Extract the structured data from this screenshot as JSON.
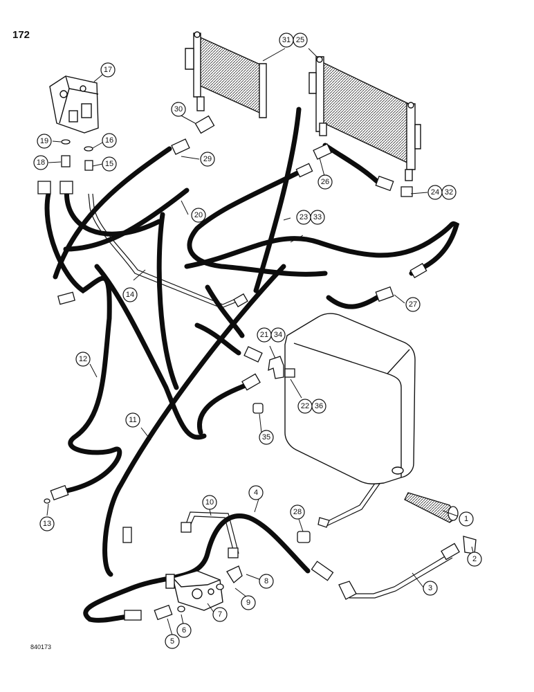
{
  "page": {
    "number": "172",
    "drawing_code": "840173"
  },
  "callouts": {
    "c1": "1",
    "c2": "2",
    "c3": "3",
    "c4": "4",
    "c5": "5",
    "c6": "6",
    "c7": "7",
    "c8": "8",
    "c9": "9",
    "c10": "10",
    "c11": "11",
    "c12": "12",
    "c13": "13",
    "c14": "14",
    "c15": "15",
    "c16": "16",
    "c17": "17",
    "c18": "18",
    "c19": "19",
    "c20": "20",
    "c21": "21",
    "c22": "22",
    "c23": "23",
    "c24": "24",
    "c25": "25",
    "c26": "26",
    "c27": "27",
    "c28": "28",
    "c29": "29",
    "c30": "30",
    "c31": "31",
    "c32": "32",
    "c33": "33",
    "c34": "34",
    "c35": "35",
    "c36": "36"
  },
  "colors": {
    "line": "#111111",
    "hose": "#0d0d0d",
    "background": "#ffffff"
  }
}
